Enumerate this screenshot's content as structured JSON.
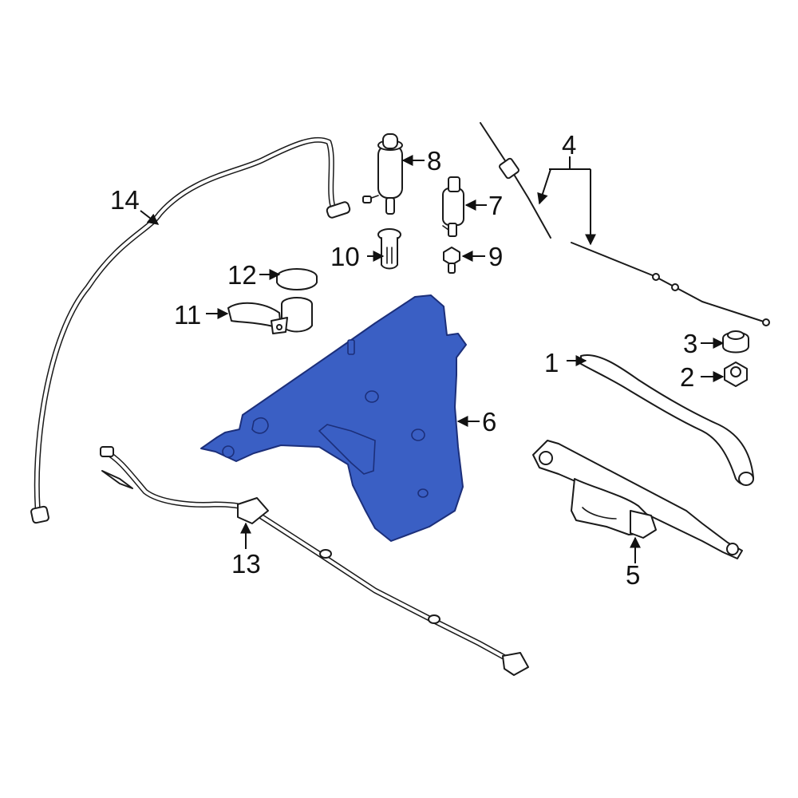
{
  "colors": {
    "highlight_fill": "#3a5fc4",
    "highlight_stroke": "#1c2f7a",
    "line": "#1a1a1a",
    "background": "#ffffff"
  },
  "callouts": {
    "c1": "1",
    "c2": "2",
    "c3": "3",
    "c4": "4",
    "c5": "5",
    "c6": "6",
    "c7": "7",
    "c8": "8",
    "c9": "9",
    "c10": "10",
    "c11": "11",
    "c12": "12",
    "c13": "13",
    "c14": "14"
  }
}
